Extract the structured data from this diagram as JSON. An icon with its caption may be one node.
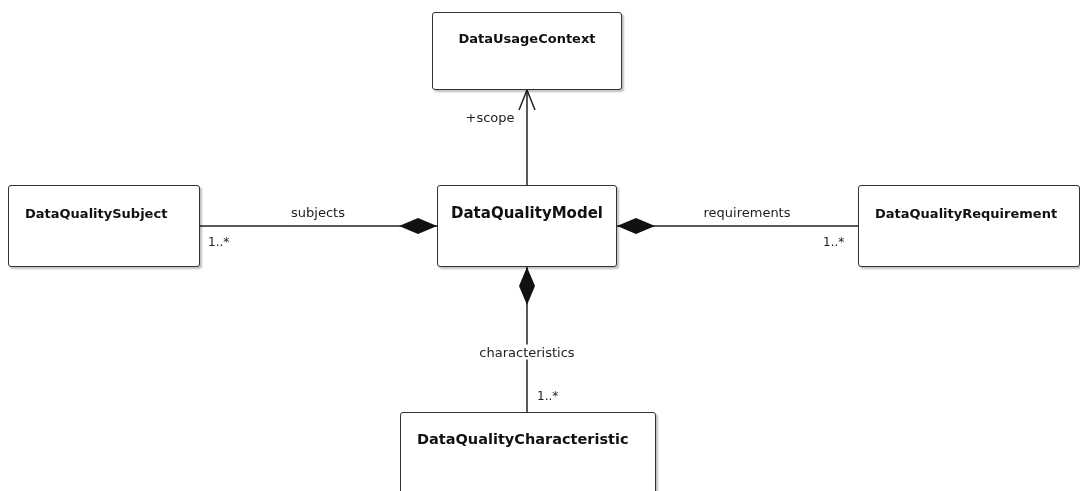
{
  "diagram": {
    "nodes": [
      {
        "text": [
          "DataUsageContext"
        ]
      },
      {
        "text": [
          "DataQualitySubject"
        ]
      },
      {
        "text": [
          "DataQualityModel"
        ]
      },
      {
        "text": [
          "DataQualityRequirement"
        ]
      },
      {
        "text": [
          "DataQualityCharacteristic"
        ]
      }
    ],
    "edges": [
      {
        "from": 2,
        "to": 0,
        "arrow": "to",
        "label": "+scope"
      },
      {
        "from": 2,
        "to": 1,
        "arrow": "other",
        "label": "subjects"
      },
      {
        "from": 2,
        "to": 3,
        "arrow": "other",
        "label": "requirements"
      },
      {
        "from": 2,
        "to": 4,
        "arrow": "other",
        "label": "characteristics"
      }
    ],
    "labels": [
      "1..*",
      "1..*",
      "1..*"
    ]
  }
}
